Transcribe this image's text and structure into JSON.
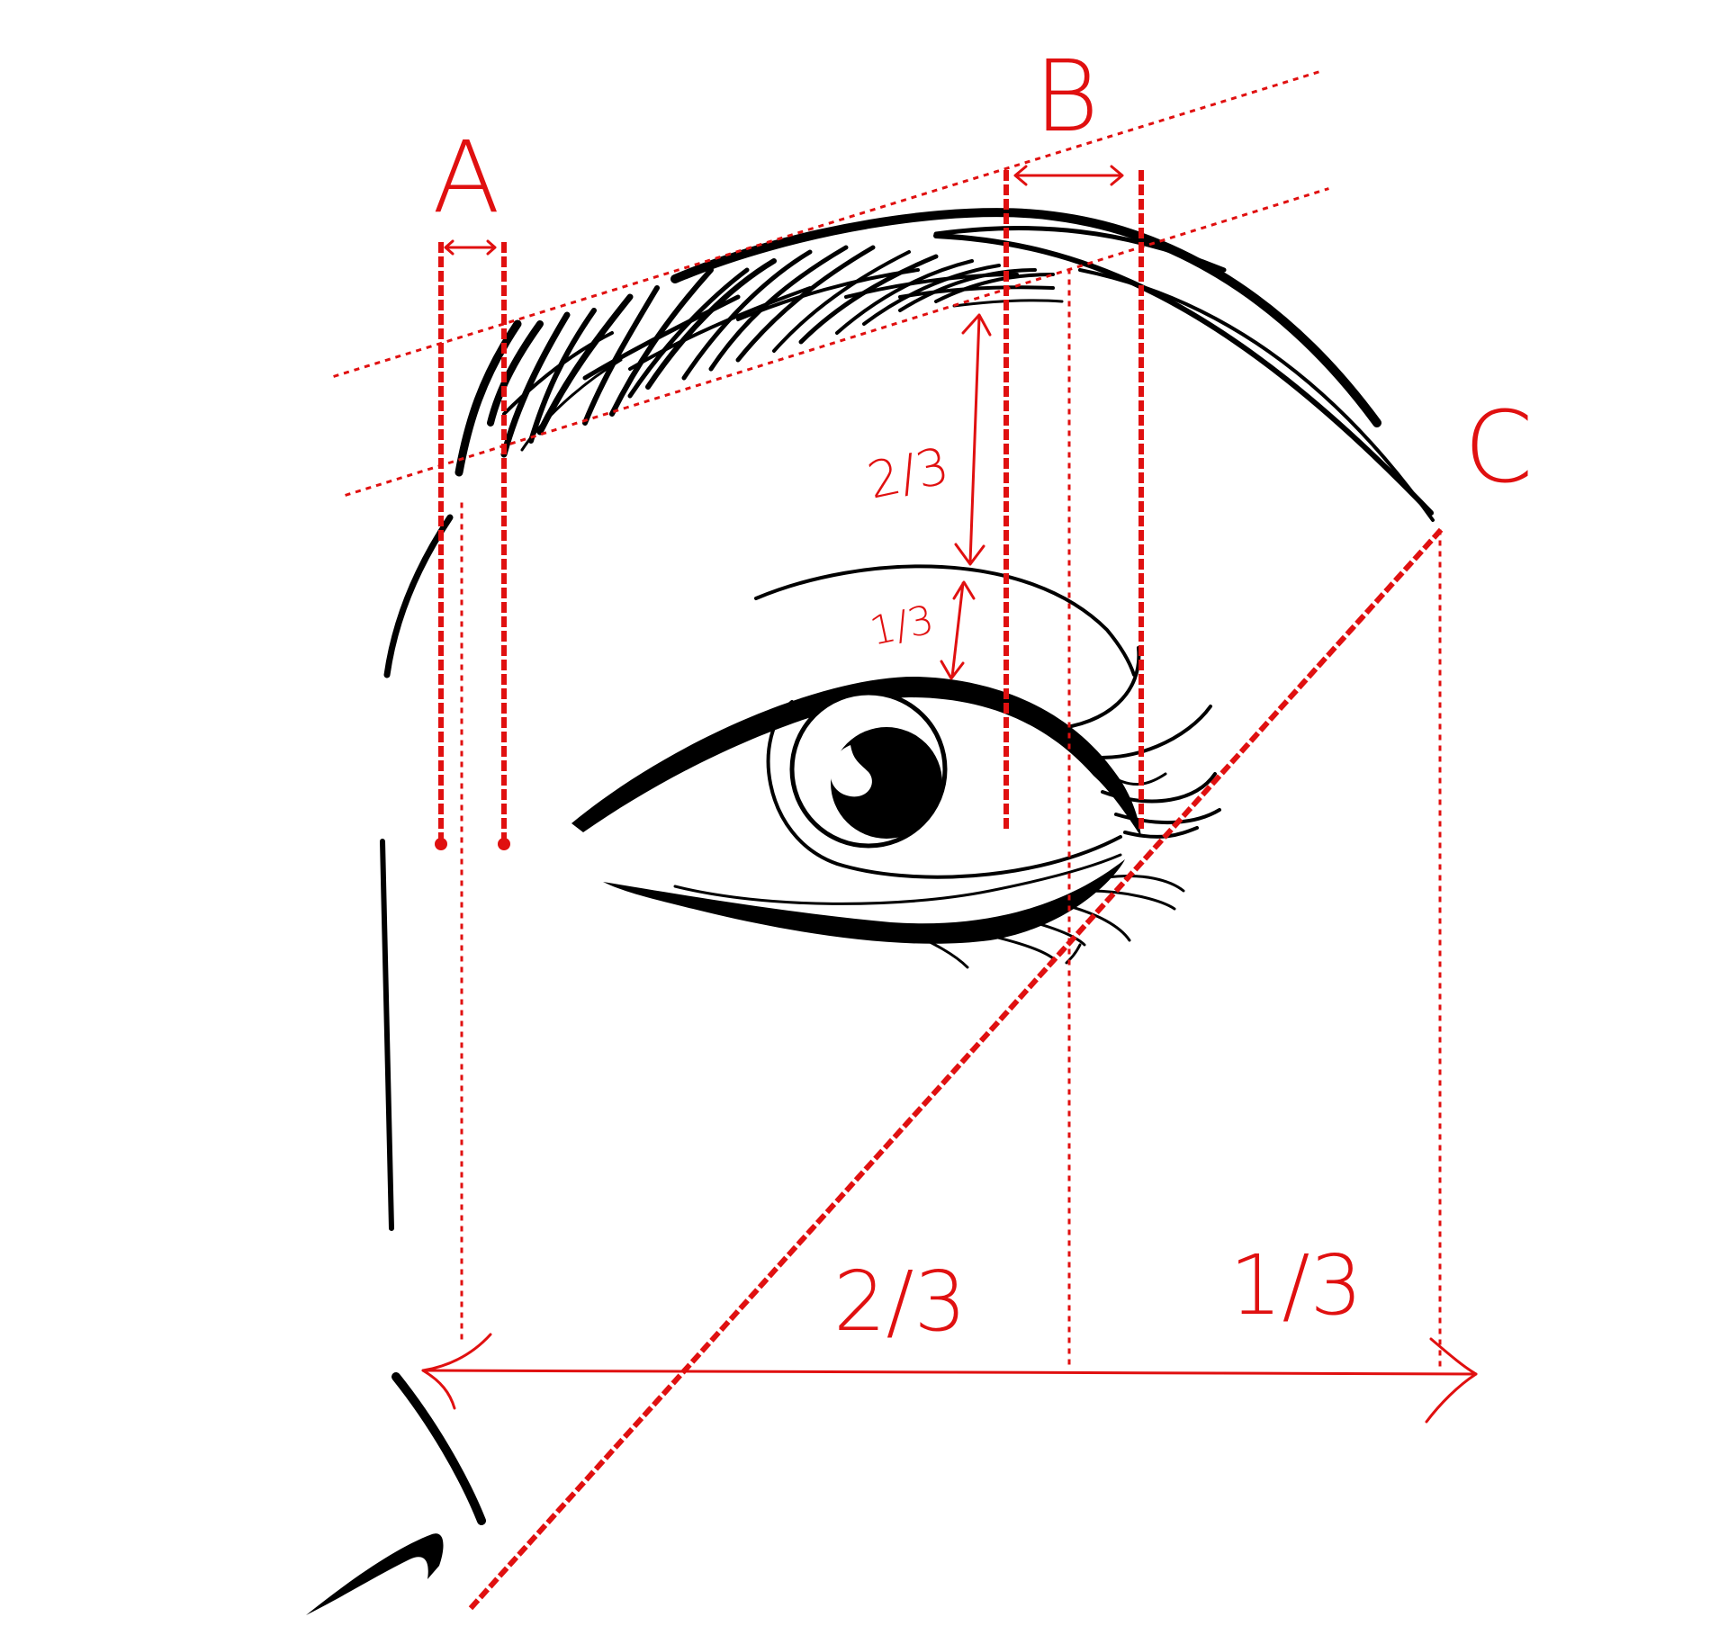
{
  "labels": {
    "point_a": "A",
    "point_b": "B",
    "point_c": "C",
    "vertical_two_thirds": "2/3",
    "vertical_one_third": "1/3",
    "bottom_two_thirds": "2/3",
    "bottom_one_third": "1/3"
  },
  "colors": {
    "guide": "#e01010",
    "ink": "#000000",
    "background": "#ffffff"
  }
}
